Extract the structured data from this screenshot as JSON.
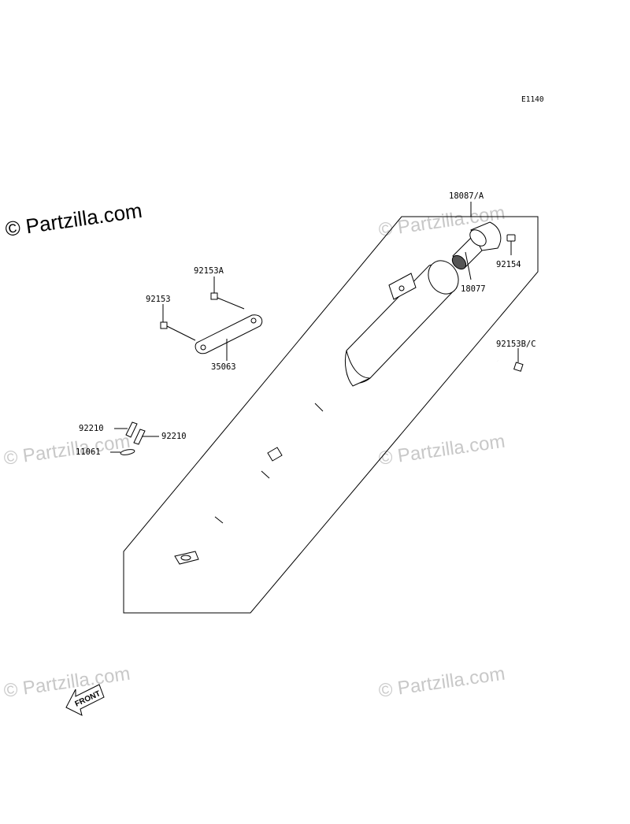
{
  "diagram_code": "E1140",
  "watermark": {
    "main": "© Partzilla.com",
    "faint": "© Partzilla.com"
  },
  "front_marker": "FRONT",
  "callouts": {
    "muffler_assy": "18087/A",
    "tail_cap": "18077",
    "tail_bolt": "92154",
    "mount_bolt_bc": "92153B/C",
    "bracket_bolt_a": "92153A",
    "bracket_bolt": "92153",
    "bracket": "35063",
    "clamp_upper": "92210",
    "clamp_lower": "92210",
    "gasket": "11061"
  }
}
